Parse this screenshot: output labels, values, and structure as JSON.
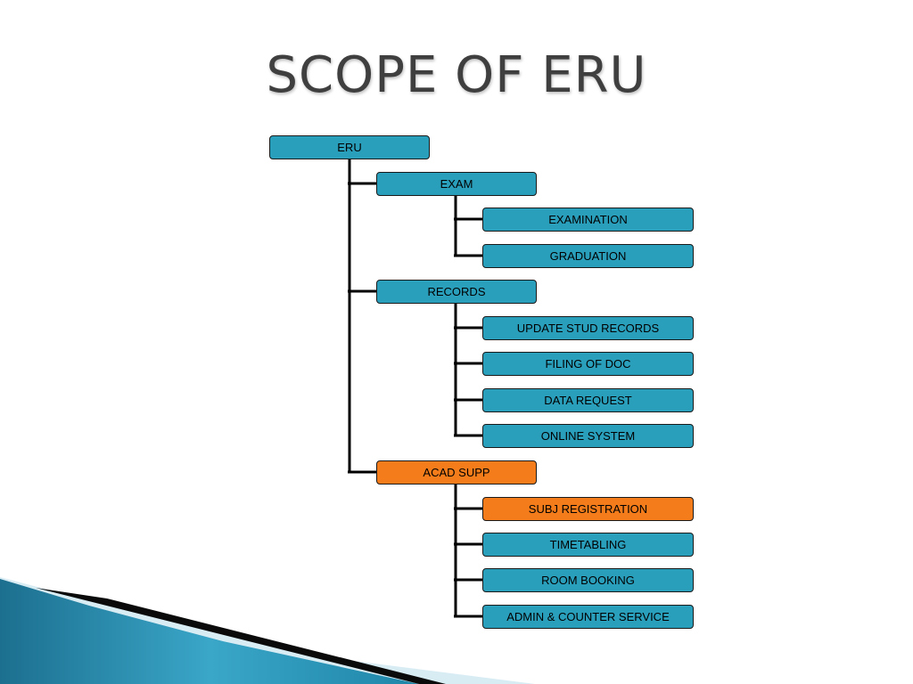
{
  "slide": {
    "title": "SCOPE OF ERU"
  },
  "org_chart": {
    "root": "ERU",
    "groups": [
      {
        "label": "EXAM",
        "items": [
          "EXAMINATION",
          "GRADUATION"
        ]
      },
      {
        "label": "RECORDS",
        "items": [
          "UPDATE STUD RECORDS",
          "FILING OF DOC",
          "DATA REQUEST",
          "ONLINE SYSTEM"
        ]
      },
      {
        "label": "ACAD SUPP",
        "items": [
          "SUBJ REGISTRATION",
          "TIMETABLING",
          "ROOM BOOKING",
          "ADMIN & COUNTER SERVICE"
        ]
      }
    ],
    "colors": {
      "default_box": "#2a9fbc",
      "highlight_box": "#f47c1a",
      "connector": "#000000"
    },
    "highlighted": [
      "ACAD SUPP",
      "SUBJ REGISTRATION"
    ]
  }
}
